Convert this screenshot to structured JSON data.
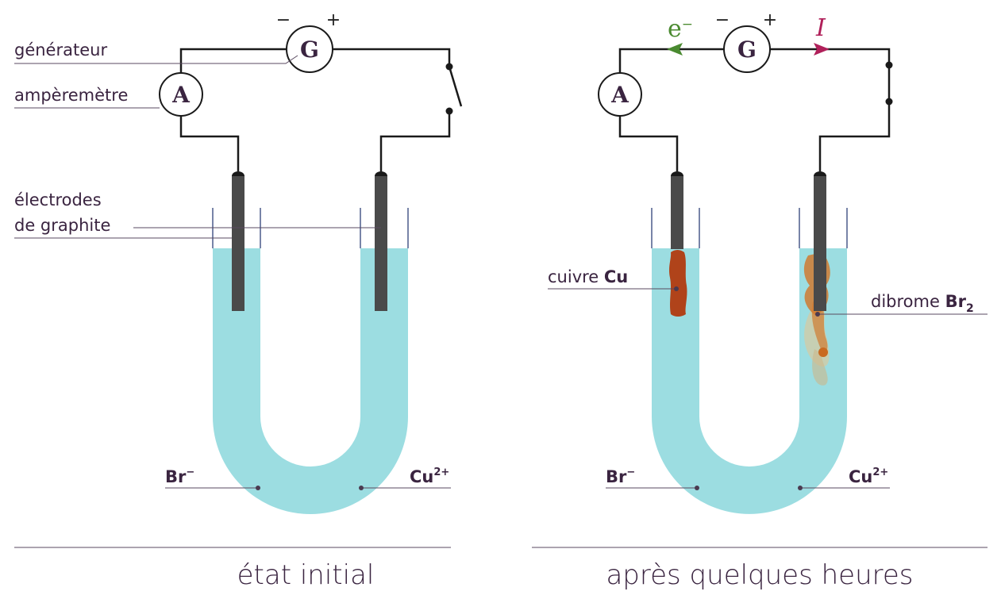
{
  "colors": {
    "solution": "#9cdde1",
    "electrode": "#4a4a4a",
    "copper": "#b0431a",
    "bromine": "#d07a30",
    "electron_arrow": "#4a8a30",
    "current_arrow": "#b0205a",
    "text": "#3a2440"
  },
  "left": {
    "caption": "état initial",
    "generator_symbol": "G",
    "ammeter_symbol": "A",
    "minus": "−",
    "plus": "+",
    "label_generateur": "générateur",
    "label_amperemetre": "ampèremètre",
    "label_electrodes_1": "électrodes",
    "label_electrodes_2": "de graphite",
    "ion_left": "Br",
    "ion_left_sup": "−",
    "ion_right": "Cu",
    "ion_right_sup": "2+",
    "switch_state": "ouvert"
  },
  "right": {
    "caption": "après quelques heures",
    "generator_symbol": "G",
    "ammeter_symbol": "A",
    "minus": "−",
    "plus": "+",
    "electron_label": "e",
    "electron_sup": "−",
    "current_label": "I",
    "label_cuivre": "cuivre ",
    "label_cuivre_bold": "Cu",
    "label_dibrome": "dibrome ",
    "label_dibrome_bold": "Br",
    "label_dibrome_sub": "2",
    "ion_left": "Br",
    "ion_left_sup": "−",
    "ion_right": "Cu",
    "ion_right_sup": "2+",
    "switch_state": "fermé"
  }
}
